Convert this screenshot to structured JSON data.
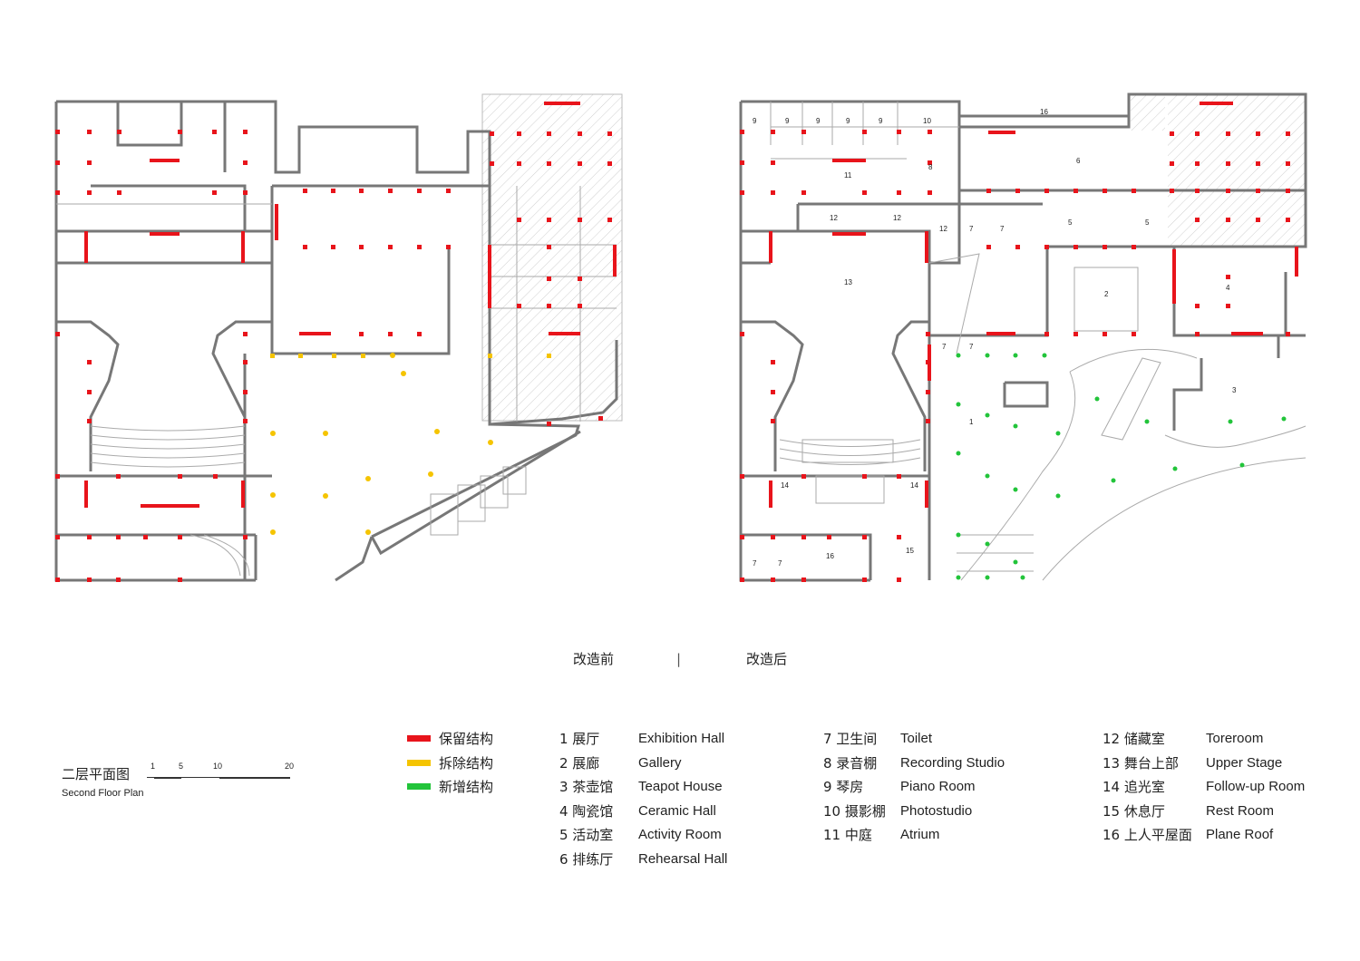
{
  "captions": {
    "before": "改造前",
    "divider": "|",
    "after": "改造后"
  },
  "title": {
    "zh": "二层平面图",
    "en": "Second Floor Plan"
  },
  "scale": {
    "ticks": [
      "1",
      "5",
      "10",
      "20"
    ]
  },
  "legend_structure": [
    {
      "label": "保留结构",
      "color": "#e8141b"
    },
    {
      "label": "拆除结构",
      "color": "#f5c400"
    },
    {
      "label": "新增结构",
      "color": "#22c43a"
    }
  ],
  "rooms": [
    {
      "zh": "1 展厅",
      "en": "Exhibition Hall"
    },
    {
      "zh": "2 展廊",
      "en": "Gallery"
    },
    {
      "zh": "3 茶壶馆",
      "en": "Teapot House"
    },
    {
      "zh": "4 陶瓷馆",
      "en": "Ceramic Hall"
    },
    {
      "zh": "5 活动室",
      "en": "Activity Room"
    },
    {
      "zh": "6 排练厅",
      "en": "Rehearsal Hall"
    },
    {
      "zh": "7 卫生间",
      "en": "Toilet"
    },
    {
      "zh": "8 录音棚",
      "en": "Recording Studio"
    },
    {
      "zh": "9 琴房",
      "en": "Piano Room"
    },
    {
      "zh": "10 摄影棚",
      "en": "Photostudio"
    },
    {
      "zh": "11 中庭",
      "en": "Atrium"
    },
    {
      "zh": "12 储藏室",
      "en": "Toreroom"
    },
    {
      "zh": "13 舞台上部",
      "en": "Upper Stage"
    },
    {
      "zh": "14 追光室",
      "en": "Follow-up Room"
    },
    {
      "zh": "15 休息厅",
      "en": "Rest Room"
    },
    {
      "zh": "16 上人平屋面",
      "en": "Plane Roof"
    }
  ],
  "plan_labels": [
    "16",
    "9",
    "9",
    "9",
    "9",
    "9",
    "10",
    "8",
    "6",
    "11",
    "12",
    "12",
    "12",
    "7",
    "7",
    "5",
    "5",
    "13",
    "2",
    "4",
    "7",
    "7",
    "3",
    "1",
    "14",
    "14",
    "16",
    "15",
    "7",
    "7"
  ]
}
